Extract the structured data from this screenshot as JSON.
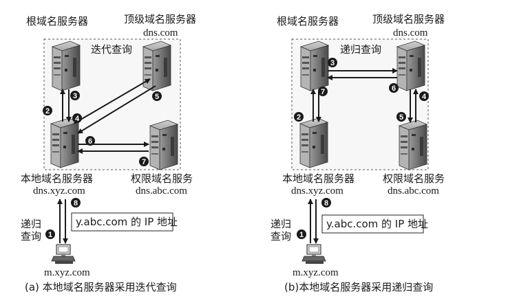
{
  "colors": {
    "ink": "#1a1a1a",
    "server_dark": "#5a5a5a",
    "server_mid": "#8c8c8c",
    "server_light": "#c4c4c4",
    "bg_panel": "#fafafa"
  },
  "panel_a": {
    "root_label": "根域名服务器",
    "tld_label": "顶级域名服务器",
    "tld_host": "dns.com",
    "mode_label": "迭代查询",
    "local_label": "本地域名服务器",
    "local_host": "dns.xyz.com",
    "auth_label": "权限域名服务",
    "auth_host": "dns.abc.com",
    "client_host": "m.xyz.com",
    "query_label_line1": "递归",
    "query_label_line2": "查询",
    "answer_box": "y.abc.com 的 IP 地址",
    "caption": "(a) 本地域名服务器采用迭代查询",
    "steps": [
      "1",
      "2",
      "3",
      "4",
      "5",
      "6",
      "7",
      "8"
    ]
  },
  "panel_b": {
    "root_label": "根域名服务器",
    "tld_label": "顶级域名服务器",
    "tld_host": "dns.com",
    "mode_label": "递归查询",
    "local_label": "本地域名服务器",
    "local_host": "dns.xyz.com",
    "auth_label": "权限域名服务",
    "auth_host": "dns.abc.com",
    "client_host": "m.xyz.com",
    "query_label_line1": "递归",
    "query_label_line2": "查询",
    "answer_box": "y.abc.com 的 IP 地址",
    "caption": "(b)本地域名服务器采用递归查询",
    "steps": [
      "1",
      "2",
      "3",
      "4",
      "5",
      "6",
      "7",
      "8"
    ]
  }
}
